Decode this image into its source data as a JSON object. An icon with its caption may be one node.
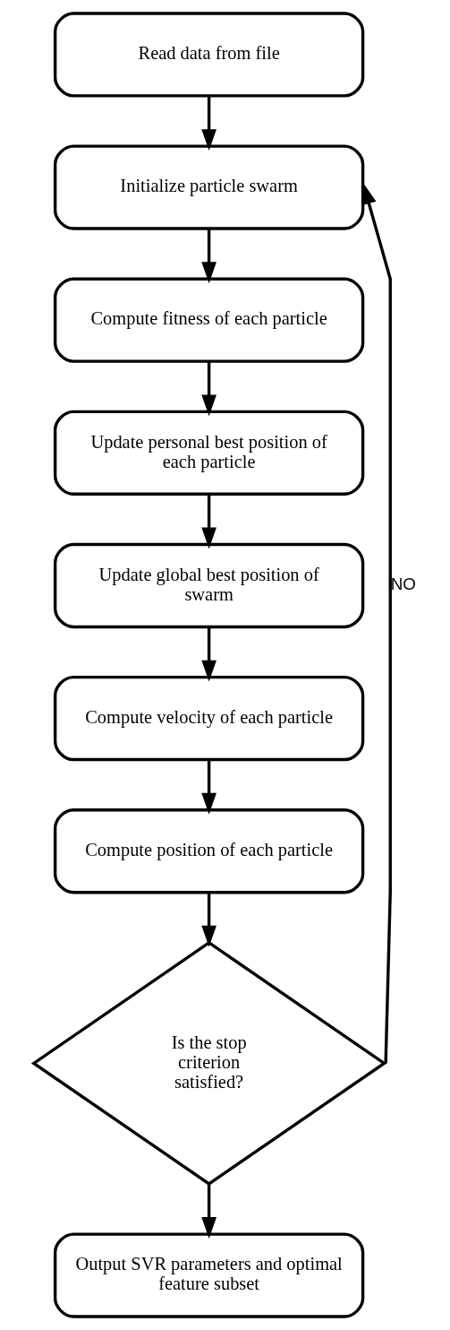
{
  "diagram": {
    "nodes": [
      {
        "text": [
          "Read data from file"
        ]
      },
      {
        "text": [
          "Initialize particle swarm"
        ]
      },
      {
        "text": [
          "Compute fitness of each particle"
        ]
      },
      {
        "text": [
          "Update personal best position of each particle"
        ]
      },
      {
        "text": [
          "Update global best position of swarm"
        ]
      },
      {
        "text": [
          "Compute velocity of each particle"
        ]
      },
      {
        "text": [
          "Compute position of each particle"
        ]
      },
      {
        "text": [
          "Is the stop criterion satisfied?"
        ]
      },
      {
        "text": [
          "Output SVR parameters and optimal feature subset"
        ]
      }
    ],
    "edges": [
      {
        "from": 0,
        "to": 1,
        "arrow": "to"
      },
      {
        "from": 1,
        "to": 2,
        "arrow": "to"
      },
      {
        "from": 2,
        "to": 3,
        "arrow": "to"
      },
      {
        "from": 3,
        "to": 4,
        "arrow": "to"
      },
      {
        "from": 4,
        "to": 5,
        "arrow": "to"
      },
      {
        "from": 5,
        "to": 6,
        "arrow": "to"
      },
      {
        "from": 6,
        "to": 7,
        "arrow": "to"
      },
      {
        "from": 7,
        "to": 8,
        "arrow": "to"
      },
      {
        "from": 7,
        "to": 1,
        "arrow": "to",
        "label": "NO"
      }
    ]
  }
}
